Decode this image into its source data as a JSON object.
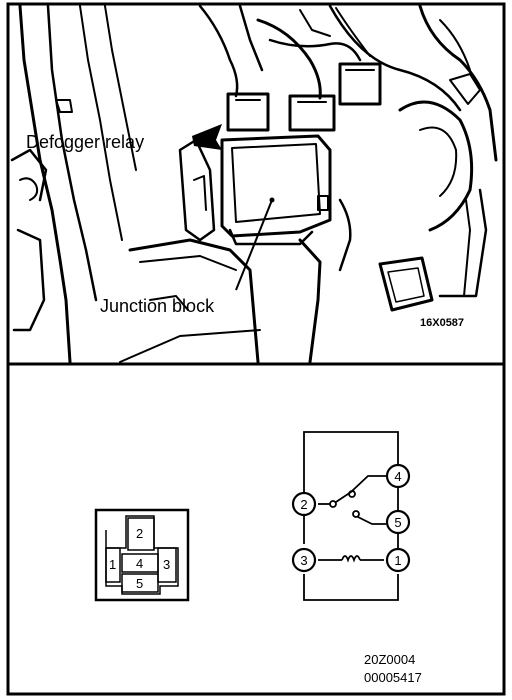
{
  "top_panel": {
    "callouts": {
      "defogger_relay": "Defogger relay",
      "junction_block": "Junction block"
    },
    "figure_code": "16X0587"
  },
  "bottom_panel": {
    "connector_pins": [
      "2",
      "1",
      "4",
      "3",
      "5"
    ],
    "circuit_terminals": [
      "4",
      "2",
      "5",
      "3",
      "1"
    ],
    "figure_code": "20Z0004",
    "document_id": "00005417"
  }
}
